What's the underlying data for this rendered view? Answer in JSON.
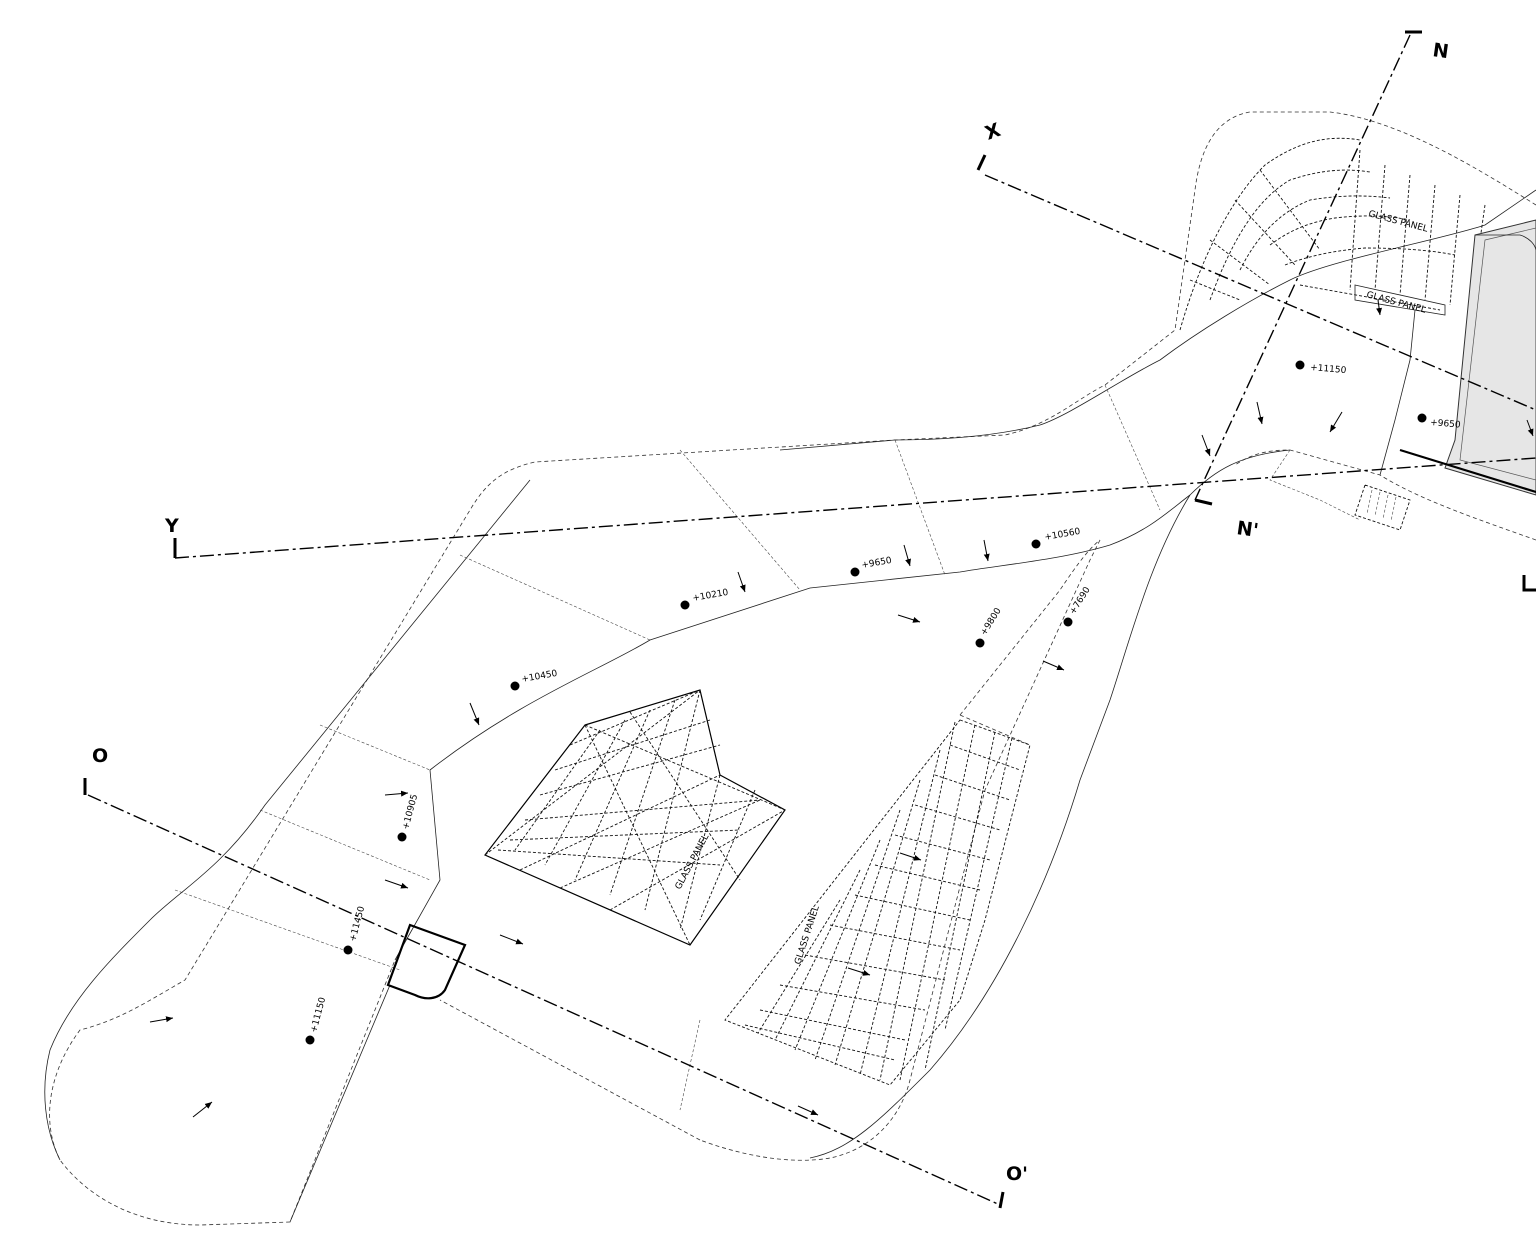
{
  "section_labels": {
    "n_start": "N",
    "n_end": "N'",
    "x_start": "X",
    "y_start": "Y",
    "o_start": "O",
    "o_end": "O'"
  },
  "panel_labels": {
    "top_upper": "GLASS PANEL",
    "top_lower": "GLASS PANEL",
    "center": "GLASS PANEL",
    "lower": "GLASS PANEL"
  },
  "levels": {
    "l1": "+11150",
    "l2": "+9650",
    "l3": "+10560",
    "l4": "+9650",
    "l5": "+10210",
    "l6": "+10450",
    "l7": "+9800",
    "l8": "+7690",
    "l9": "+10905",
    "l10": "+11450",
    "l11": "+11150"
  },
  "colors": {
    "line": "#222222",
    "hatch": "#e6e6e6",
    "background": "#ffffff"
  }
}
